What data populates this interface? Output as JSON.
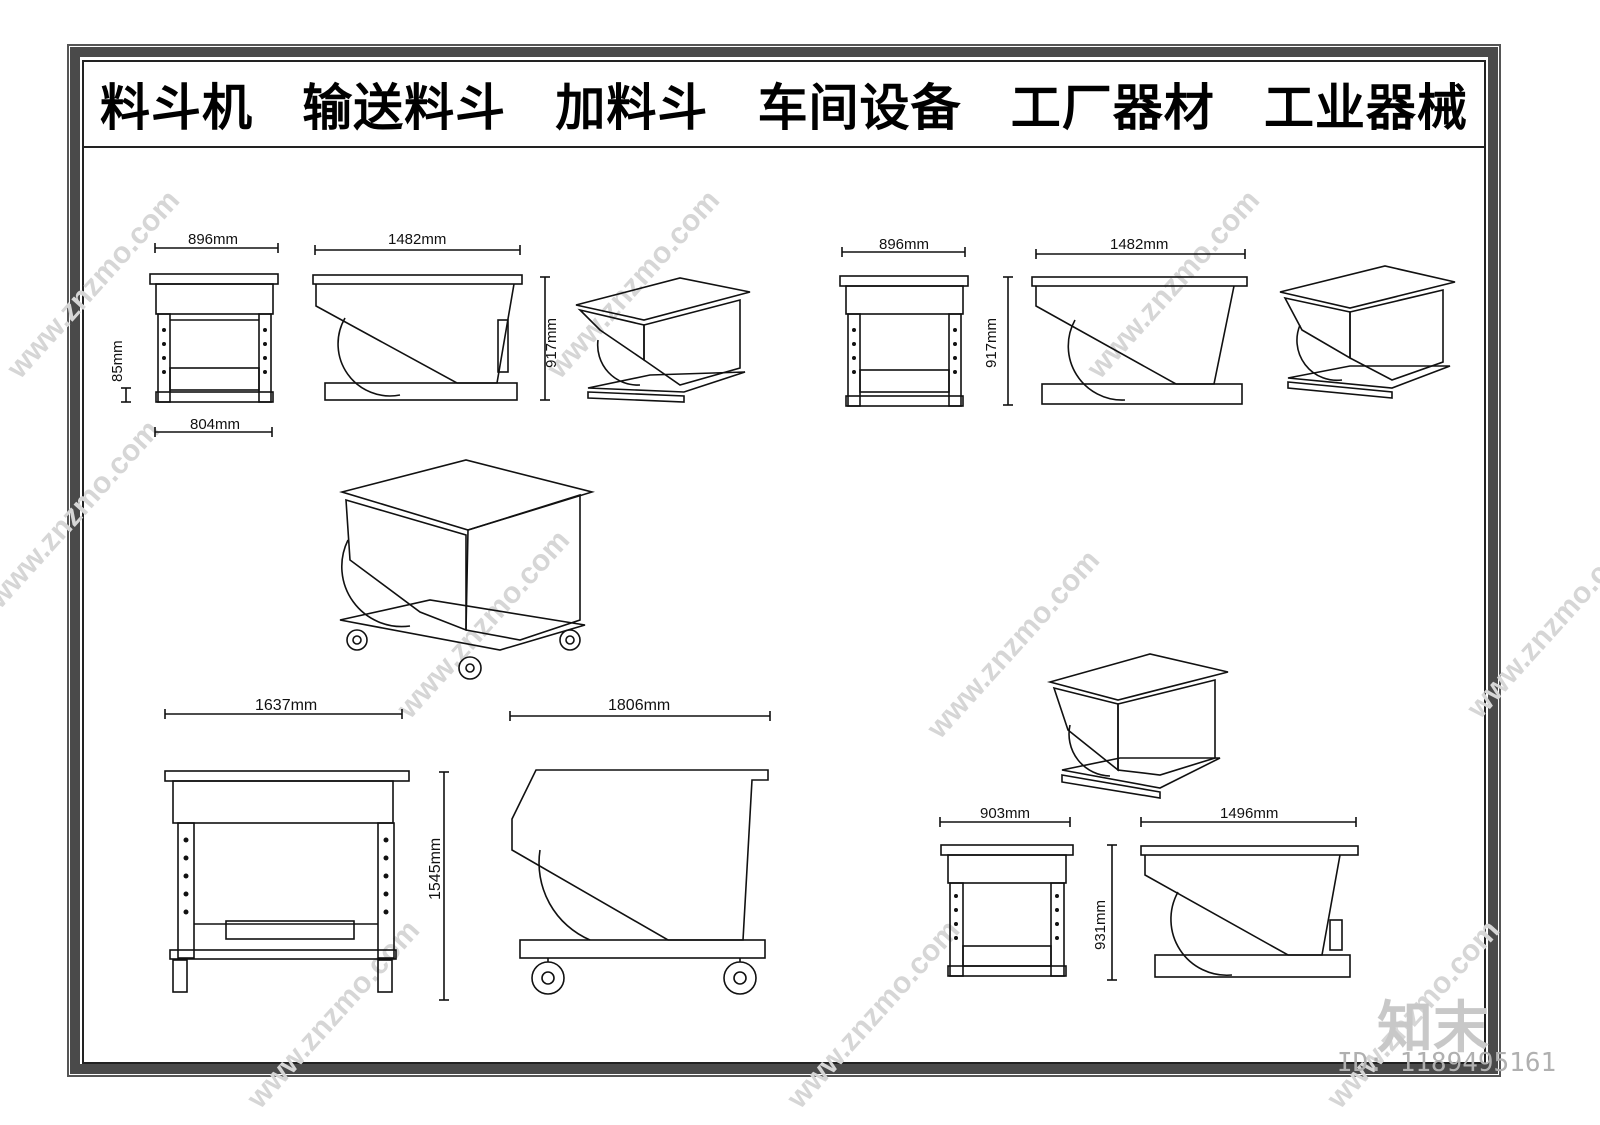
{
  "title": {
    "terms": [
      "料斗机",
      "输送料斗",
      "加料斗",
      "车间设备",
      "工厂器材",
      "工业器械"
    ]
  },
  "dimensions": {
    "set1": {
      "front_width": "896mm",
      "side_length": "1482mm",
      "height": "917mm",
      "base_width": "804mm",
      "leg_height": "85mm"
    },
    "set2": {
      "front_width": "896mm",
      "side_length": "1482mm",
      "height": "917mm"
    },
    "set3": {
      "front_width": "1637mm",
      "side_length": "1806mm",
      "height": "1545mm"
    },
    "set4": {
      "front_width": "903mm",
      "side_length": "1496mm",
      "height": "931mm"
    }
  },
  "watermark": {
    "site": "www.znzmo.com",
    "logo": "知末",
    "id_text": "ID: 1189495161"
  },
  "colors": {
    "line": "#111111",
    "frame": "#4a4a4a",
    "watermark": "#d0d0d0"
  }
}
